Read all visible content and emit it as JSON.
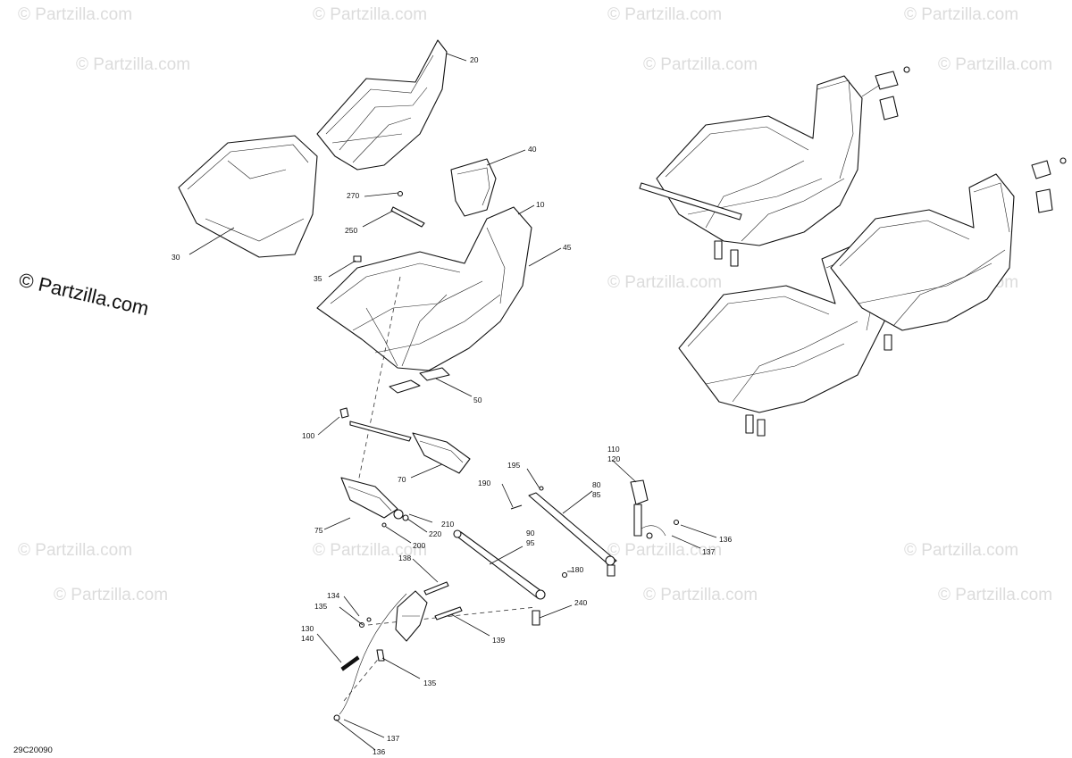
{
  "watermark": {
    "text": "© Partzilla.com",
    "big_text": "© Partzilla.com"
  },
  "diagram": {
    "reference_code": "29C20090",
    "callouts": [
      "20",
      "40",
      "10",
      "45",
      "270",
      "250",
      "30",
      "35",
      "50",
      "100",
      "70",
      "195",
      "110",
      "120",
      "80",
      "85",
      "190",
      "75",
      "210",
      "220",
      "200",
      "136",
      "137",
      "90",
      "95",
      "138",
      "180",
      "134",
      "135",
      "240",
      "130",
      "140",
      "139",
      "135",
      "137",
      "136"
    ]
  }
}
